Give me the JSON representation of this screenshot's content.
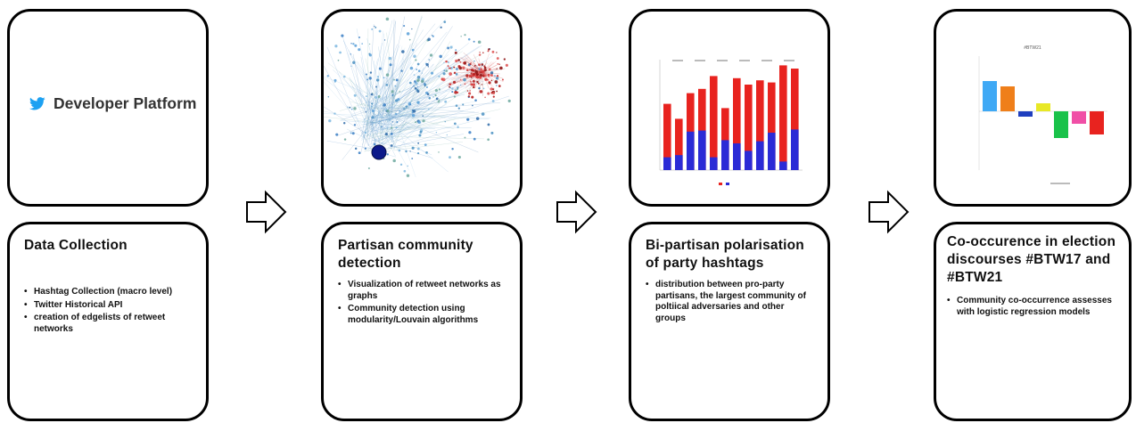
{
  "stages": [
    {
      "title": "Data Collection",
      "bullets": [
        "Hashtag Collection (macro level)",
        "Twitter Historical API",
        "creation of edgelists of retweet networks"
      ],
      "logo_text": "Developer Platform",
      "logo_icon": "twitter-bird-icon"
    },
    {
      "title": "Partisan community detection",
      "bullets": [
        "Visualization of retweet networks as graphs",
        "Community detection using modularity/Louvain algorithms"
      ],
      "image": "network-graph"
    },
    {
      "title": "Bi-partisan polarisation of party hashtags",
      "bullets": [
        "distribution between pro-party partisans, the largest community of poltiical adversaries and other groups"
      ],
      "image": "stacked-bar-chart"
    },
    {
      "title": "Co-occurence in election discourses #BTW17 and #BTW21",
      "bullets": [
        "Community co-occurrence assesses with logistic regression models"
      ],
      "image": "odds-bar-chart",
      "thumb_title": "#BTW21"
    }
  ],
  "colors": {
    "border": "#000000",
    "bar_red": "#e8231f",
    "bar_blue": "#2b2bd6",
    "twitter_blue": "#1da1f2"
  },
  "arrow_icon": "right-arrow-icon"
}
